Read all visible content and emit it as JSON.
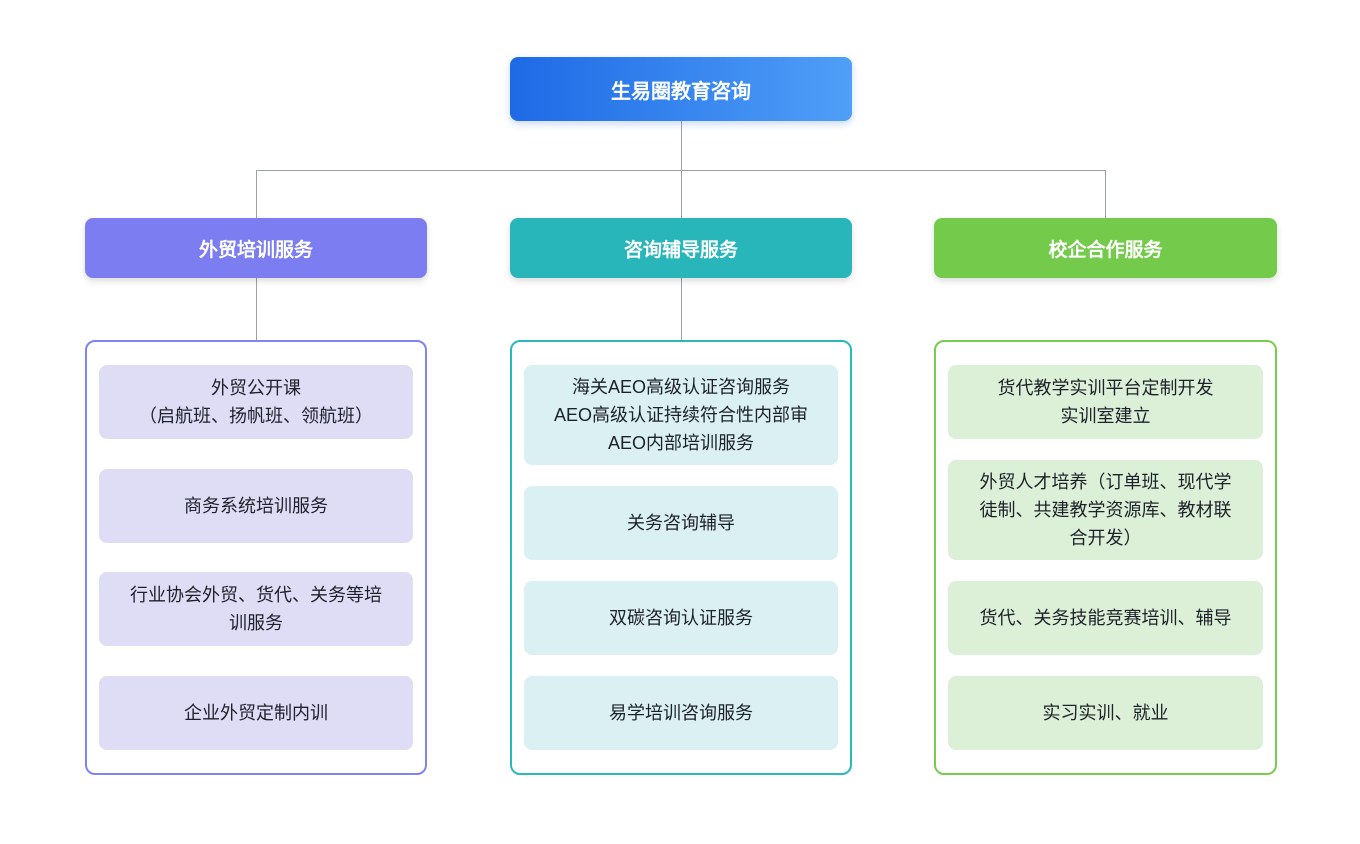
{
  "root": {
    "label": "生易圈教育咨询"
  },
  "branches": [
    {
      "label": "外贸培训服务",
      "items": [
        {
          "lines": [
            "外贸公开课",
            "（启航班、扬帆班、领航班）"
          ]
        },
        {
          "lines": [
            "商务系统培训服务"
          ]
        },
        {
          "lines": [
            "行业协会外贸、货代、关务等培",
            "训服务"
          ]
        },
        {
          "lines": [
            "企业外贸定制内训"
          ]
        }
      ]
    },
    {
      "label": "咨询辅导服务",
      "items": [
        {
          "lines": [
            "海关AEO高级认证咨询服务",
            "AEO高级认证持续符合性内部审",
            "AEO内部培训服务"
          ]
        },
        {
          "lines": [
            "关务咨询辅导"
          ]
        },
        {
          "lines": [
            "双碳咨询认证服务"
          ]
        },
        {
          "lines": [
            "易学培训咨询服务"
          ]
        }
      ]
    },
    {
      "label": "校企合作服务",
      "items": [
        {
          "lines": [
            "货代教学实训平台定制开发",
            "实训室建立"
          ]
        },
        {
          "lines": [
            "外贸人才培养（订单班、现代学",
            "徒制、共建教学资源库、教材联",
            "合开发）"
          ]
        },
        {
          "lines": [
            "货代、关务技能竞赛培训、辅导"
          ]
        },
        {
          "lines": [
            "实习实训、就业"
          ]
        }
      ]
    }
  ],
  "colors": {
    "root_gradient_start": "#1e6ae6",
    "root_gradient_end": "#4f9ff7",
    "branch_purple": "#7b7df0",
    "branch_teal": "#29b6bb",
    "branch_green": "#74cb4b",
    "leaf_purple_bg": "#dfdcf6",
    "leaf_teal_bg": "#daf0f2",
    "leaf_green_bg": "#dcf0d8",
    "connector_line": "#9aa1aa",
    "background": "#ffffff"
  }
}
